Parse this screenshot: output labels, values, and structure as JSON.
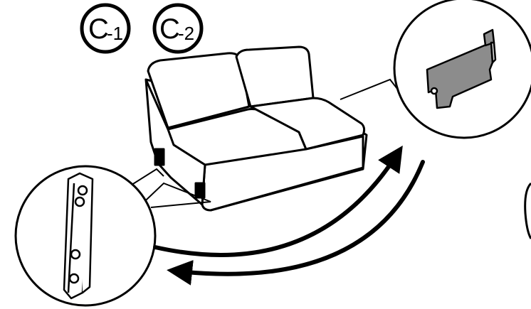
{
  "labels": {
    "part_c1_letter": "C",
    "part_c1_suffix": "-1",
    "part_c2_letter": "C",
    "part_c2_suffix": "-2"
  },
  "colors": {
    "line": "#000000",
    "background": "#ffffff",
    "bracket_fill": "#8c8c8c",
    "bracket_light": "#d9d9d9"
  },
  "icons": {
    "sofa": "armless-sofa-module-icon",
    "bracket": "metal-connector-bracket-icon",
    "rail": "metal-rail-icon",
    "arrows": "curved-double-arrow-icon"
  }
}
